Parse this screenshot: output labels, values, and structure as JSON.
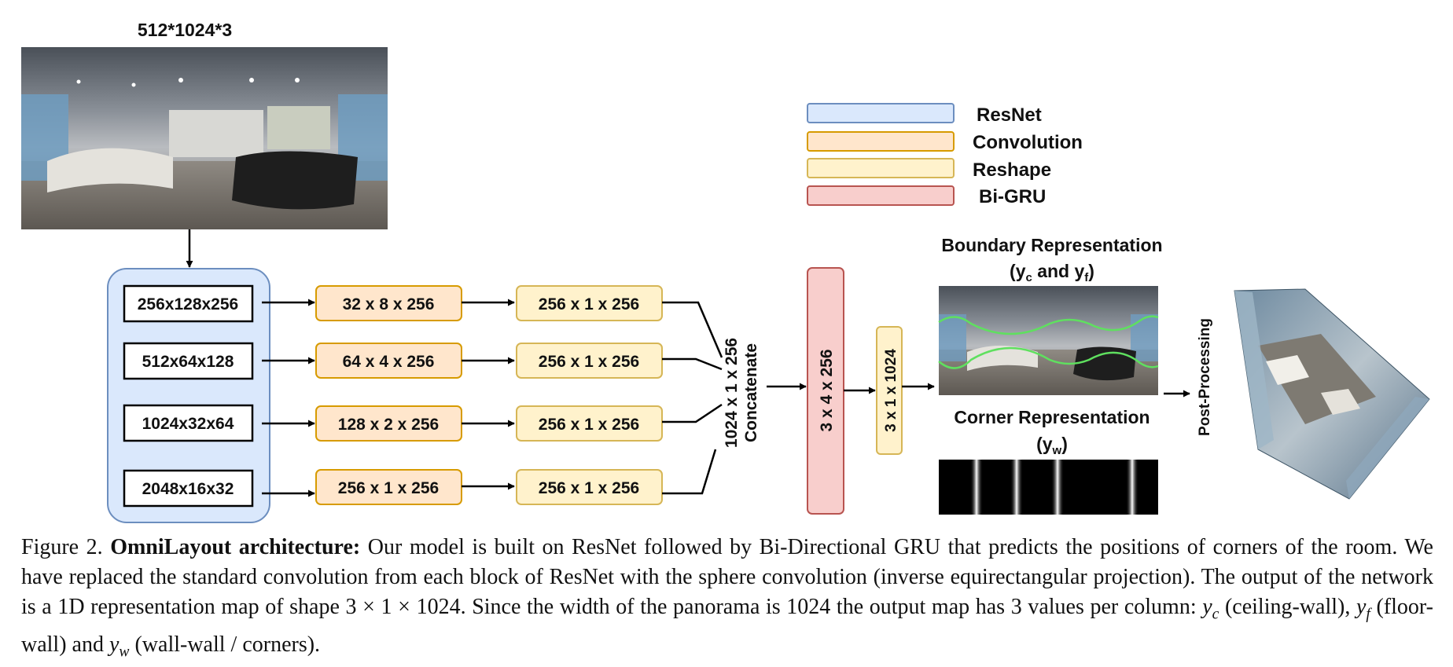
{
  "input": {
    "dims": "512*1024*3"
  },
  "resnet_outputs": [
    "256x128x256",
    "512x64x128",
    "1024x32x64",
    "2048x16x32"
  ],
  "conv_outputs": [
    "32 x 8 x 256",
    "64 x 4 x 256",
    "128 x 2 x 256",
    "256 x 1 x 256"
  ],
  "reshape_outputs": [
    "256 x 1 x 256",
    "256 x 1 x 256",
    "256 x 1 x 256",
    "256 x 1 x 256"
  ],
  "concat": {
    "dims": "1024 x 1 x 256",
    "label": "Concatenate"
  },
  "bigru": {
    "dims": "3 x 4 x 256"
  },
  "output": {
    "dims": "3 x 1 x 1024"
  },
  "boundary": {
    "title": "Boundary Representation",
    "sub_open": "(y",
    "sub_c": "c",
    "sub_and": " and y",
    "sub_f": "f",
    "sub_close": ")"
  },
  "corner": {
    "title": "Corner Representation",
    "sub_open": "(y",
    "sub_w": "w",
    "sub_close": ")"
  },
  "post": {
    "label": "Post-Processing"
  },
  "legend": [
    {
      "label": "ResNet",
      "fill": "#dae8fc",
      "stroke": "#6c8ebf"
    },
    {
      "label": "Convolution",
      "fill": "#ffe6cc",
      "stroke": "#d79b00"
    },
    {
      "label": "Reshape",
      "fill": "#fff2cc",
      "stroke": "#d6b656"
    },
    {
      "label": "Bi-GRU",
      "fill": "#f8cecc",
      "stroke": "#b85450"
    }
  ],
  "caption": {
    "prefix": "Figure 2. ",
    "bold": "OmniLayout architecture:",
    "body1": " Our model is built on ResNet followed by Bi-Directional GRU that predicts the positions of corners of the room. We have replaced the standard convolution from each block of ResNet with the sphere convolution (inverse equirectangular projection). The output of the network is a 1D representation map of shape 3 × 1 × 1024. Since the width of the panorama is 1024 the output map has 3 values per column: ",
    "yc": "y",
    "yc_sub": "c",
    "t1": " (ceiling-wall), ",
    "yf": "y",
    "yf_sub": "f",
    "t2": " (floor-wall) and ",
    "yw": "y",
    "yw_sub": "w",
    "t3": " (wall-wall / corners)."
  }
}
